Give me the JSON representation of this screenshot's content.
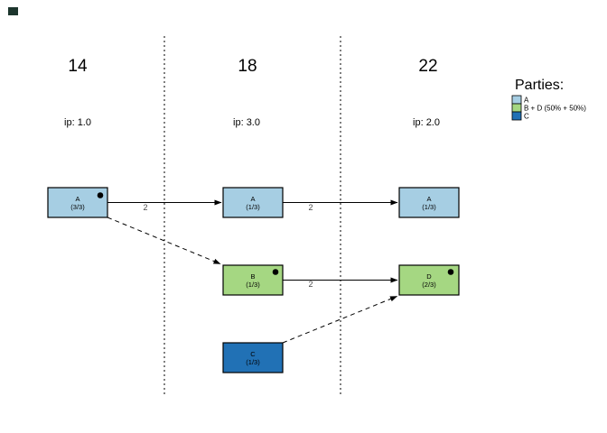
{
  "window": {
    "corner_marker_color": "#1c352d"
  },
  "colors": {
    "party_a": "#a6cee3",
    "party_bd": "#a5d782",
    "party_c": "#2171b5",
    "box_border": "#000000"
  },
  "timeline": {
    "periods": [
      {
        "label": "14",
        "ip": "ip: 1.0"
      },
      {
        "label": "18",
        "ip": "ip: 3.0"
      },
      {
        "label": "22",
        "ip": "ip: 2.0"
      }
    ]
  },
  "nodes": {
    "a1": {
      "name": "A",
      "share": "(3/3)",
      "has_dot": true
    },
    "a2": {
      "name": "A",
      "share": "(1/3)",
      "has_dot": false
    },
    "a3": {
      "name": "A",
      "share": "(1/3)",
      "has_dot": false
    },
    "b2": {
      "name": "B",
      "share": "(1/3)",
      "has_dot": true
    },
    "d3": {
      "name": "D",
      "share": "(2/3)",
      "has_dot": true
    },
    "c2": {
      "name": "C",
      "share": "(1/3)",
      "has_dot": false
    }
  },
  "edges": {
    "a1_a2": {
      "label": "2",
      "style": "solid"
    },
    "a2_a3": {
      "label": "2",
      "style": "solid"
    },
    "b2_d3": {
      "label": "2",
      "style": "solid"
    },
    "a1_b2": {
      "label": "",
      "style": "dashed"
    },
    "c2_d3": {
      "label": "",
      "style": "dashed"
    }
  },
  "legend": {
    "title": "Parties:",
    "entries": [
      {
        "label": "A"
      },
      {
        "label": "B + D (50% + 50%)"
      },
      {
        "label": "C"
      }
    ]
  }
}
